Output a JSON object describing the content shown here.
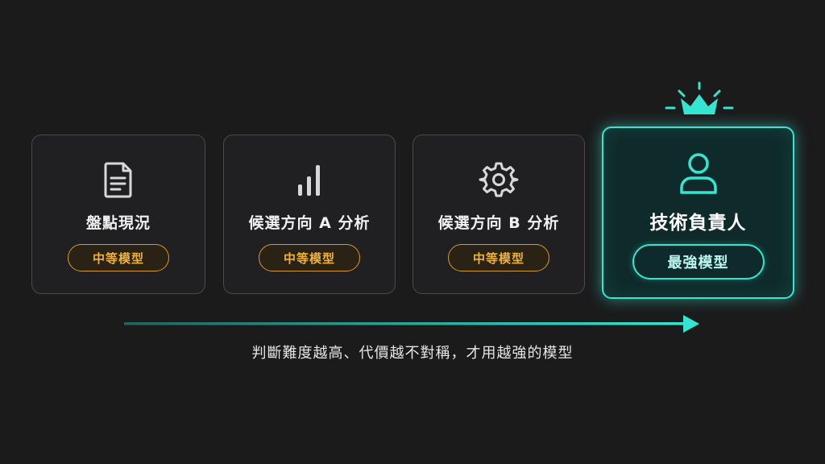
{
  "cards": [
    {
      "title": "盤點現況",
      "badge": "中等模型",
      "icon": "document-icon"
    },
    {
      "title": "候選方向 A 分析",
      "badge": "中等模型",
      "icon": "bar-chart-icon"
    },
    {
      "title": "候選方向 B 分析",
      "badge": "中等模型",
      "icon": "gear-icon"
    },
    {
      "title": "技術負責人",
      "badge": "最強模型",
      "icon": "person-icon",
      "highlighted": true
    }
  ],
  "caption": "判斷難度越高、代價越不對稱，才用越強的模型",
  "colors": {
    "accent": "#34e6d2",
    "badge": "#f2b230",
    "background": "#1b1b1c"
  }
}
